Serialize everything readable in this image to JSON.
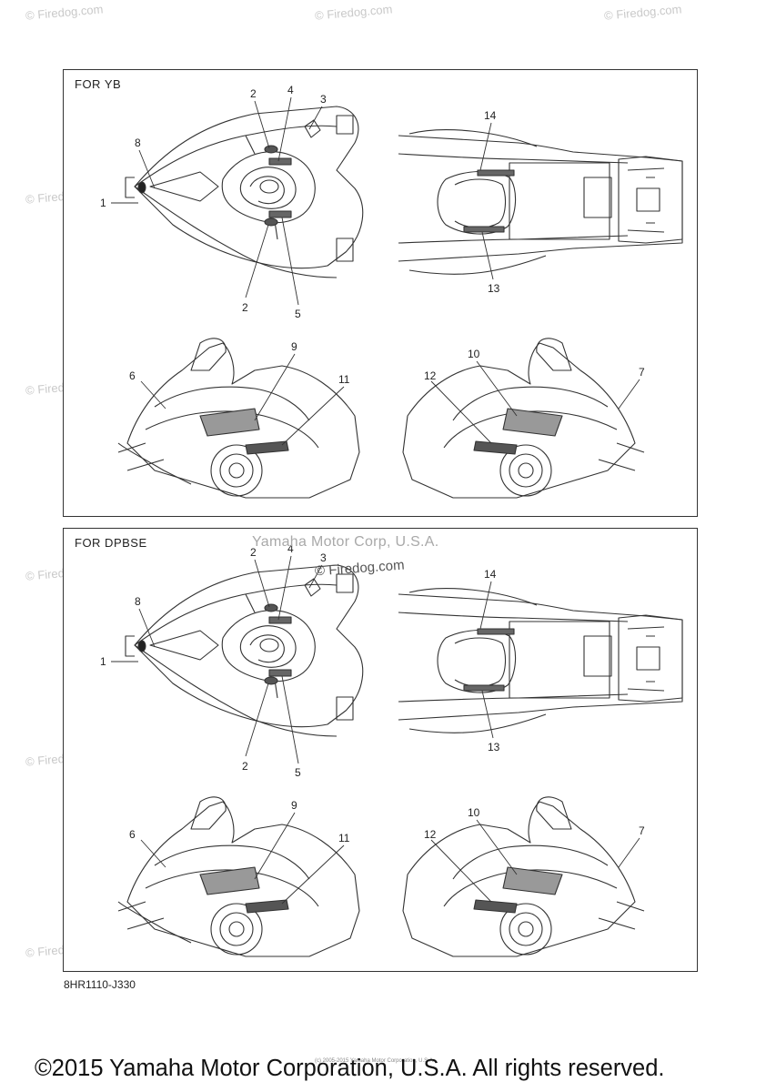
{
  "watermark_text": "© Firedog.com",
  "watermarks_count": 18,
  "panels": [
    {
      "title": "FOR YB",
      "callouts": {
        "n1": "1",
        "n2a": "2",
        "n2b": "2",
        "n3": "3",
        "n4": "4",
        "n5": "5",
        "n6": "6",
        "n7": "7",
        "n8": "8",
        "n9": "9",
        "n10": "10",
        "n11": "11",
        "n12": "12",
        "n13": "13",
        "n14": "14"
      }
    },
    {
      "title": "FOR DPBSE",
      "callouts": {
        "n1": "1",
        "n2a": "2",
        "n2b": "2",
        "n3": "3",
        "n4": "4",
        "n5": "5",
        "n6": "6",
        "n7": "7",
        "n8": "8",
        "n9": "9",
        "n10": "10",
        "n11": "11",
        "n12": "12",
        "n13": "13",
        "n14": "14"
      }
    }
  ],
  "brand_overlay": "Yamaha Motor Corp, U.S.A.",
  "brand_overlay2": "© Firedog.com",
  "part_code": "8HR1110-J330",
  "tiny_copyright": "(c) 2005-2015 Yamaha Motor Corporation, U.S.A.",
  "footer_copyright": "©2015 Yamaha Motor Corporation, U.S.A. All rights reserved."
}
